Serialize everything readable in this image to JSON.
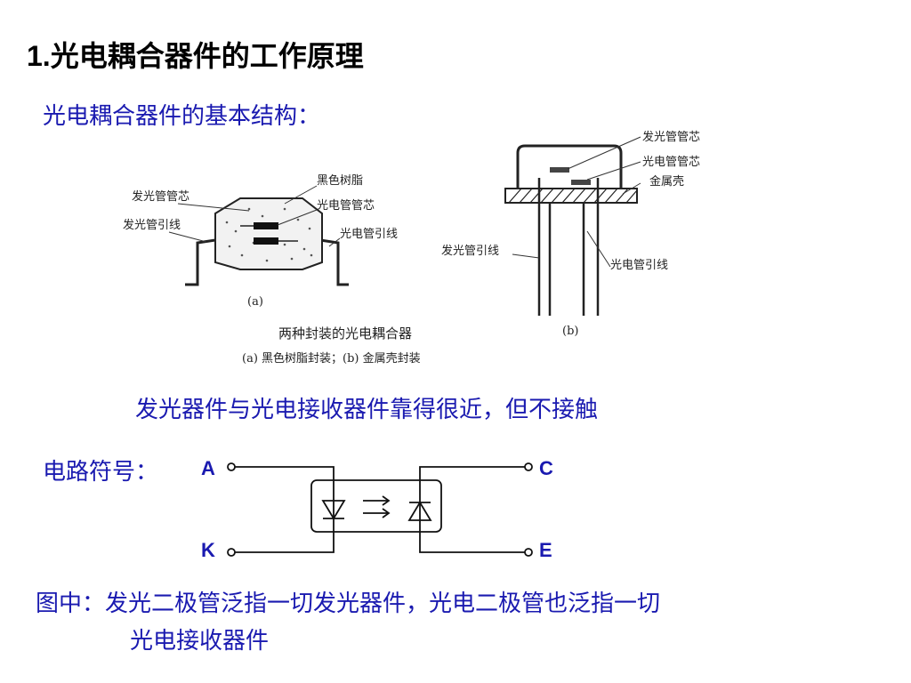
{
  "title_num": "1.",
  "title_text": "光电耦合器件的工作原理",
  "subtitle": "光电耦合器件的基本结构：",
  "figure": {
    "a": {
      "led_chip": "发光管管芯",
      "led_lead": "发光管引线",
      "black_resin": "黑色树脂",
      "photo_chip": "光电管管芯",
      "photo_lead": "光电管引线",
      "sub": "(a)"
    },
    "b": {
      "led_chip": "发光管管芯",
      "photo_chip": "光电管管芯",
      "metal_shell": "金属壳",
      "led_lead": "发光管引线",
      "photo_lead": "光电管引线",
      "sub": "(b)"
    },
    "caption1": "两种封装的光电耦合器",
    "caption2": "(a) 黑色树脂封装；(b) 金属壳封装"
  },
  "note_near": "发光器件与光电接收器件靠得很近，但不接触",
  "symbol_label": "电路符号：",
  "pins": {
    "a": "A",
    "k": "K",
    "c": "C",
    "e": "E"
  },
  "note_line1": "图中：发光二极管泛指一切发光器件，光电二极管也泛指一切",
  "note_line2": "光电接收器件",
  "colors": {
    "accent": "#1a1ab0",
    "text": "#000000"
  }
}
